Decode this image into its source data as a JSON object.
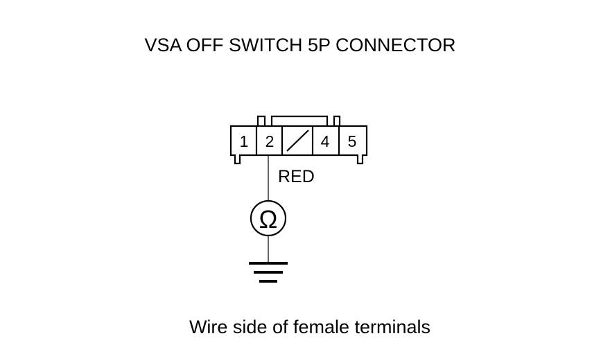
{
  "title": "VSA OFF SWITCH 5P CONNECTOR",
  "connector": {
    "pins": [
      {
        "label": "1"
      },
      {
        "label": "2"
      },
      {
        "label": ""
      },
      {
        "label": "4"
      },
      {
        "label": "5"
      }
    ],
    "unused_pin_index": 2
  },
  "wire": {
    "color_label": "RED",
    "pin": "2"
  },
  "meter": {
    "symbol": "Ω",
    "icon": "ohmmeter-icon"
  },
  "ground": {
    "icon": "ground-icon"
  },
  "caption": "Wire side of female terminals",
  "colors": {
    "line": "#000000",
    "background": "#ffffff"
  }
}
